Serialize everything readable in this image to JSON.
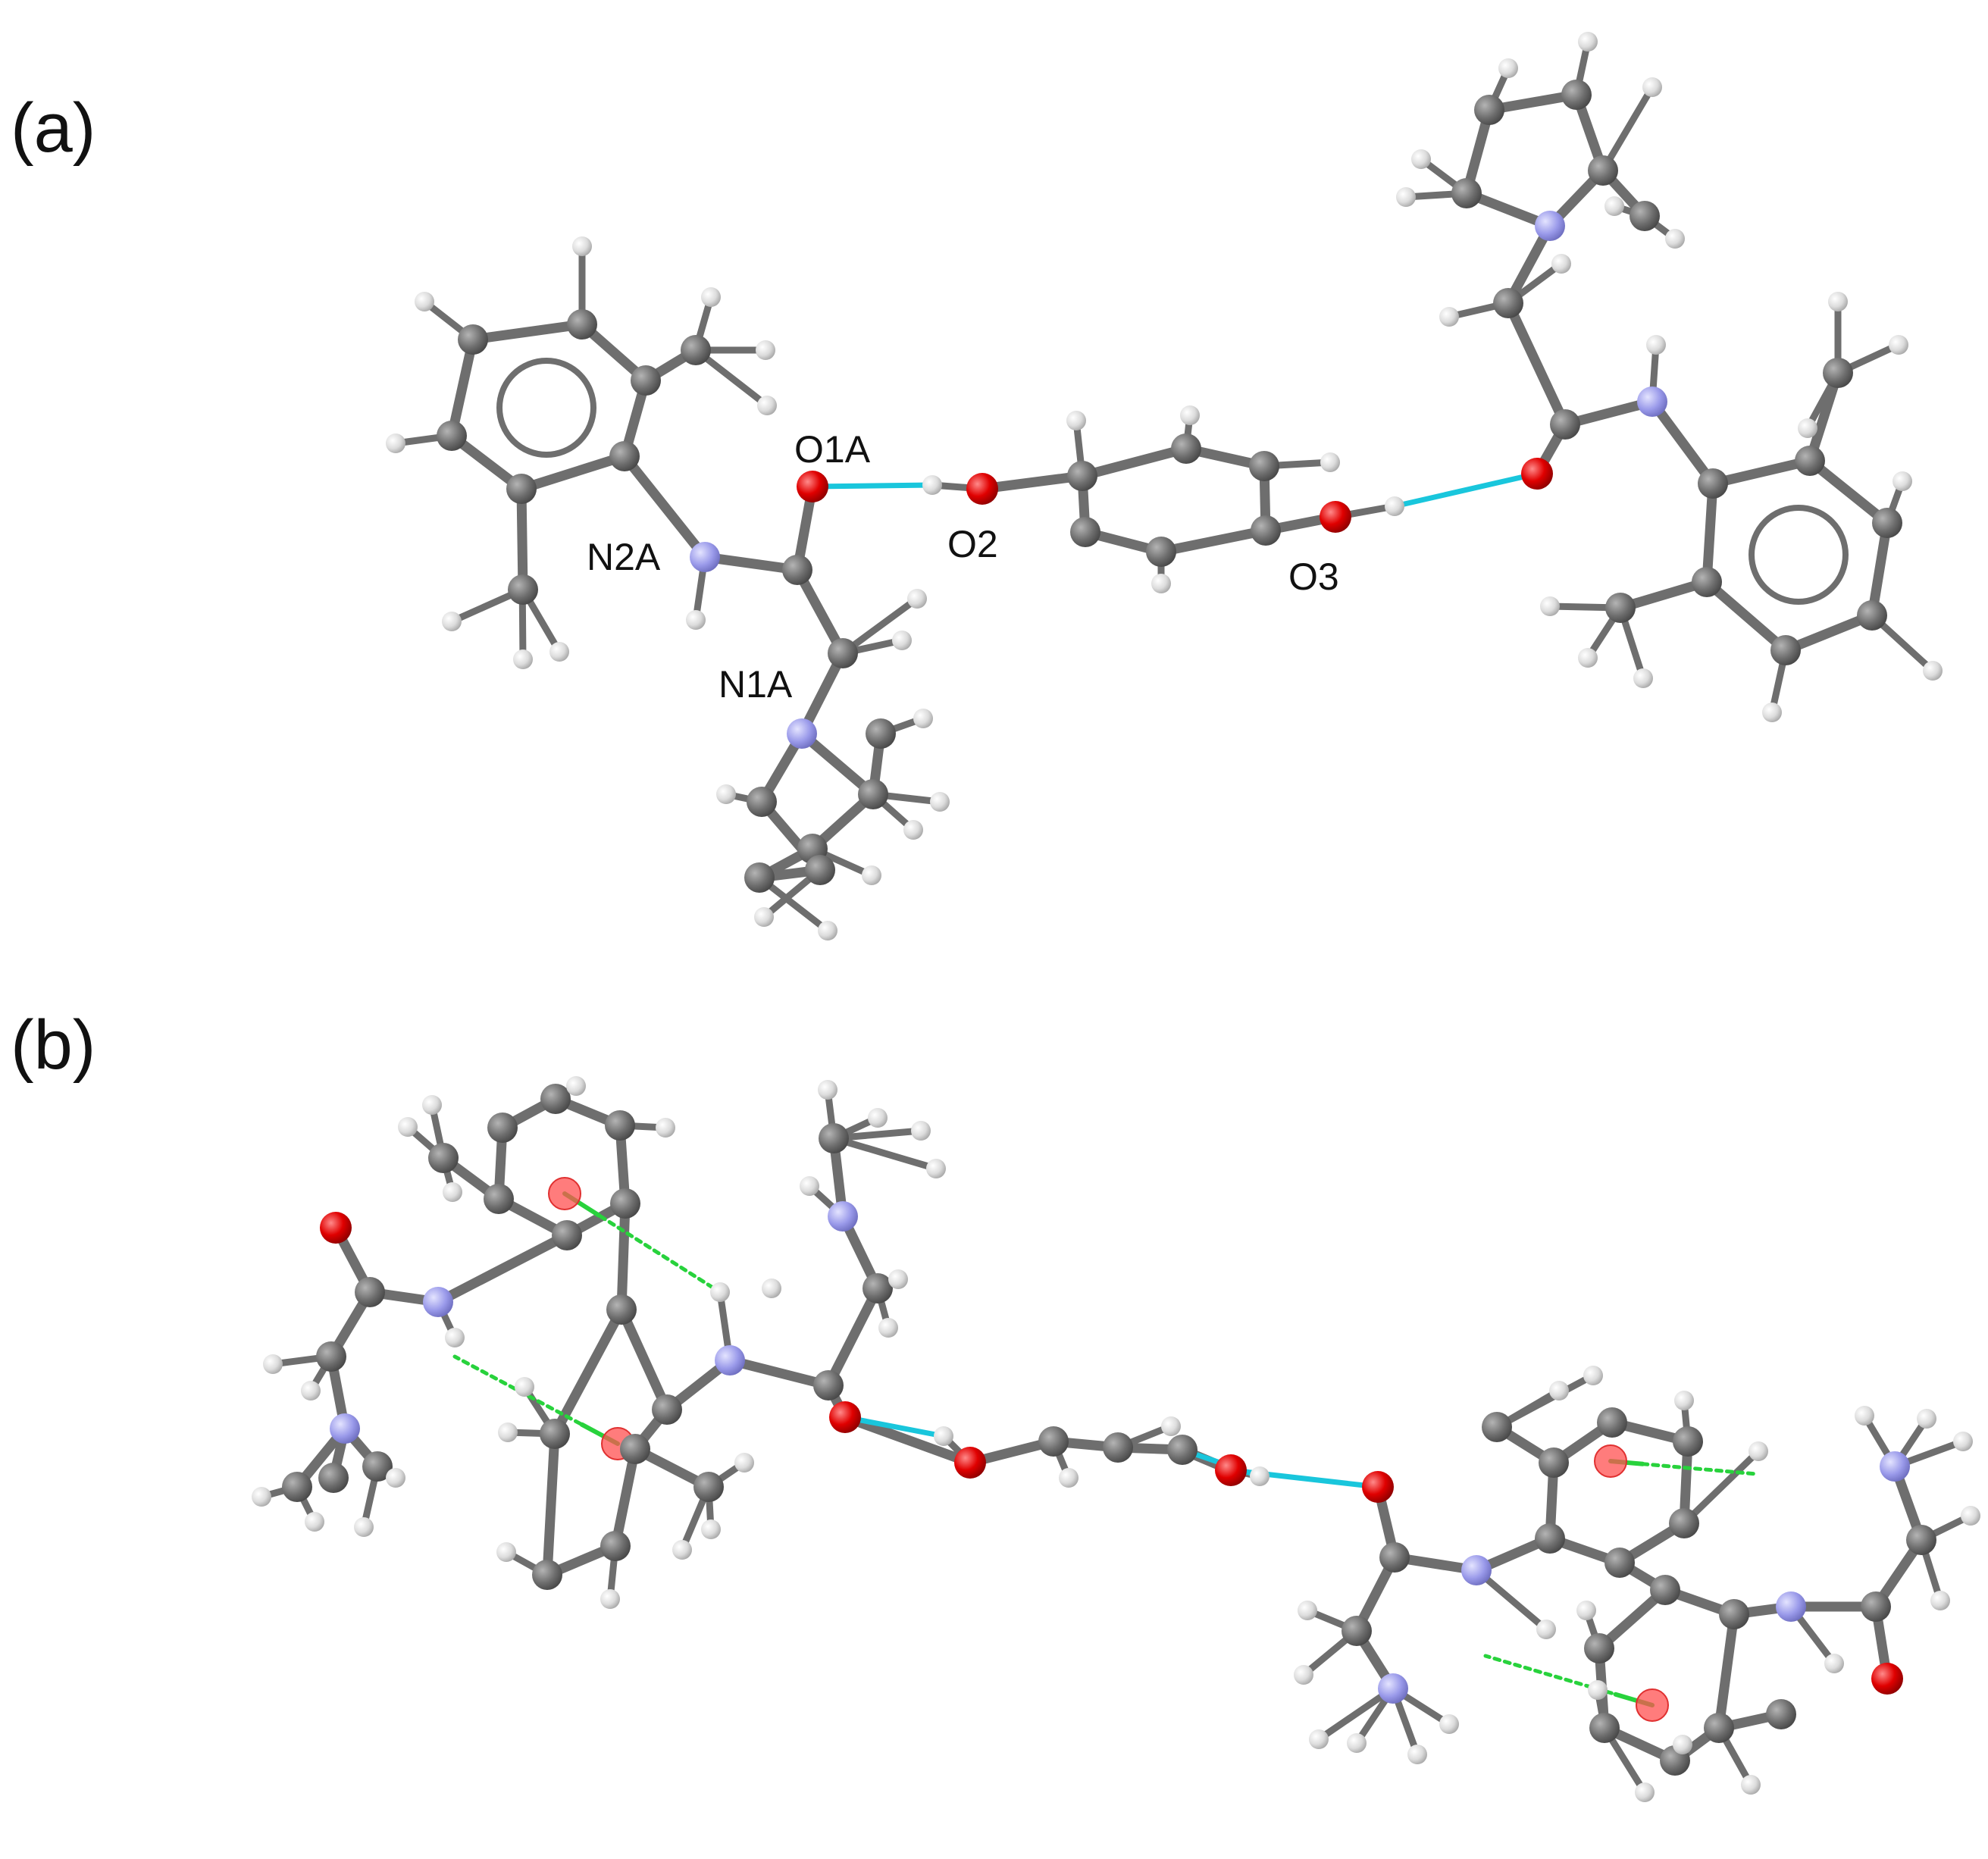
{
  "panels": {
    "a": {
      "label": "(a)"
    },
    "b": {
      "label": "(b)"
    }
  },
  "atom_labels": {
    "O1A": "O1A",
    "N2A": "N2A",
    "N1A": "N1A",
    "O2": "O2",
    "O3": "O3"
  },
  "colors": {
    "carbon": "#6e6e6e",
    "hydrogen": "#dcdcdc",
    "nitrogen": "#9a9aea",
    "oxygen": "#e00000",
    "h_bond": "#19c6dc",
    "ch_pi_contact": "#28d23c",
    "ring_centroid": "#ff5050"
  },
  "icons": {
    "atom_style": "ball-and-stick",
    "aromatic_ring_marker": "circle-in-ring",
    "centroid_marker": "translucent-red-sphere"
  }
}
